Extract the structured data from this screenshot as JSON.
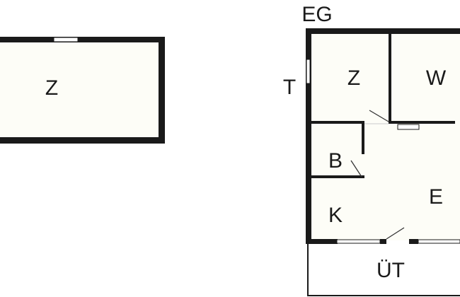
{
  "left_plan": {
    "room_label": "Z"
  },
  "right_plan": {
    "floor_label": "EG",
    "side_label": "T",
    "rooms": {
      "z": "Z",
      "w": "W",
      "b": "B",
      "e": "E",
      "k": "K",
      "ut": "ÜT"
    }
  }
}
